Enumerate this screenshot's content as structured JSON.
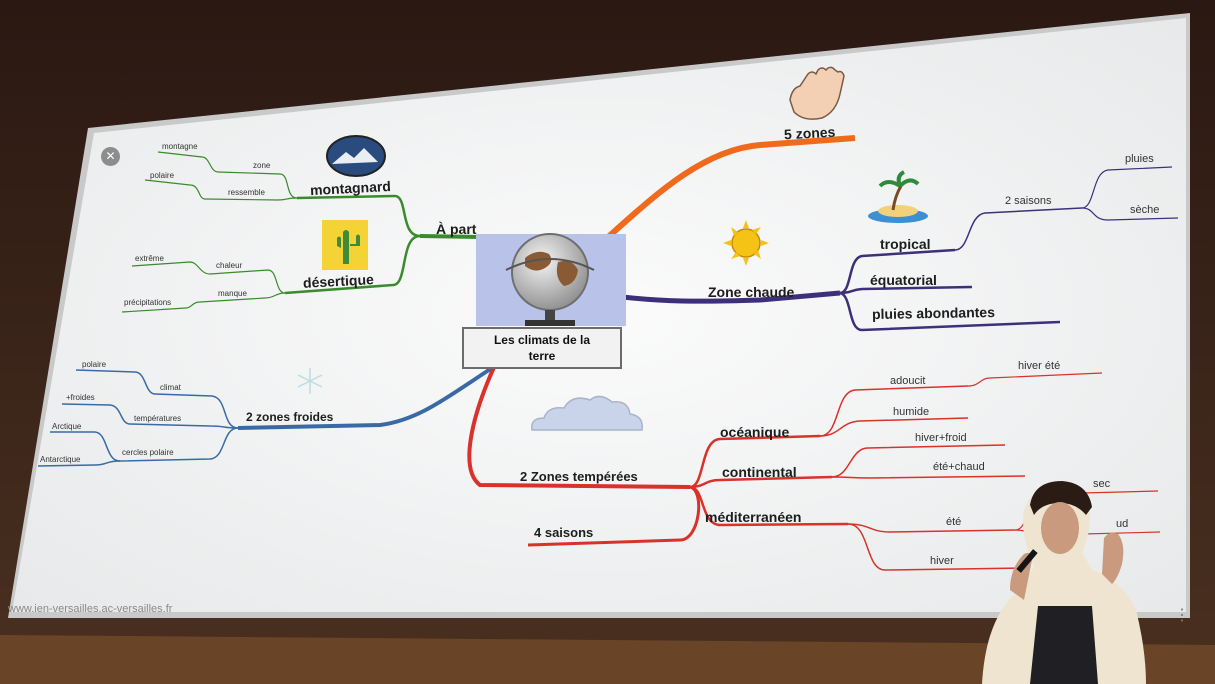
{
  "mindmap": {
    "root": {
      "line1": "Les climats de la",
      "line2": "terre"
    },
    "branches": {
      "a_part": {
        "label": "À part",
        "children": {
          "montagnard": {
            "label": "montagnard",
            "children": {
              "zone": {
                "label": "zone",
                "leaf": "montagne"
              },
              "ressemble": {
                "label": "ressemble",
                "leaf": "polaire"
              }
            }
          },
          "desertique": {
            "label": "désertique",
            "children": {
              "chaleur": {
                "label": "chaleur",
                "leaf": "extrême"
              },
              "manque": {
                "label": "manque",
                "leaf": "précipitations"
              }
            }
          }
        }
      },
      "cinq_zones": {
        "label": "5 zones"
      },
      "zone_chaude": {
        "label": "Zone chaude",
        "children": {
          "tropical": {
            "label": "tropical",
            "deux_saisons": {
              "label": "2 saisons",
              "pluies": "pluies",
              "seche": "sèche"
            }
          },
          "equatorial": {
            "label": "équatorial"
          },
          "pluies_abondantes": {
            "label": "pluies abondantes"
          }
        }
      },
      "zones_froides": {
        "label": "2 zones froides",
        "children": {
          "climat": {
            "label": "climat",
            "leaf": "polaire"
          },
          "temperatures": {
            "label": "températures",
            "leaf": "+froides"
          },
          "cercles_polaire": {
            "label": "cercles polaire",
            "leaf_1": "Arctique",
            "leaf_2": "Antarctique"
          }
        }
      },
      "zones_temperees": {
        "label": "2 Zones tempérées",
        "children": {
          "oceanique": {
            "label": "océanique",
            "adoucit": "adoucit",
            "hiver_ete": "hiver été",
            "humide": "humide"
          },
          "continental": {
            "label": "continental",
            "hiver_froid": "hiver+froid",
            "ete_chaud": "été+chaud"
          },
          "mediterraneen": {
            "label": "méditerranéen",
            "ete": "été",
            "sec": "sec",
            "chaud": "ud",
            "hiver": "hiver"
          }
        }
      },
      "quatre_saisons": {
        "label": "4 saisons"
      }
    }
  },
  "footer": {
    "url": "www.ien-versailles.ac-versailles.fr"
  },
  "controls": {
    "close_glyph": "✕",
    "more_glyph": "⋮"
  },
  "colors": {
    "a_part": "#3a8a2e",
    "cinq_zones": "#f06a1d",
    "zone_chaude": "#3e2f7a",
    "zones_froides": "#3a6aa6",
    "zones_temperees": "#d9312b"
  }
}
